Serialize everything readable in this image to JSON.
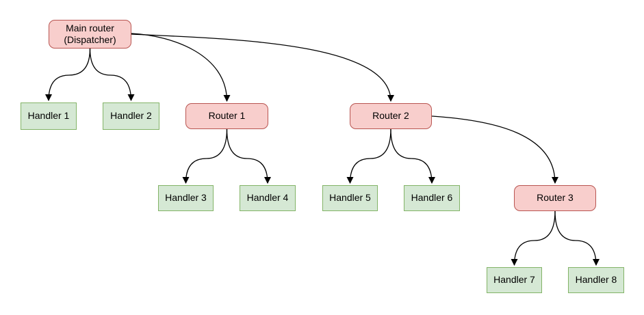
{
  "diagram": {
    "nodes": [
      {
        "id": "main-router",
        "label": "Main router",
        "sublabel": "(Dispatcher)",
        "type": "router"
      },
      {
        "id": "handler-1",
        "label": "Handler 1",
        "type": "handler"
      },
      {
        "id": "handler-2",
        "label": "Handler 2",
        "type": "handler"
      },
      {
        "id": "router-1",
        "label": "Router 1",
        "type": "router"
      },
      {
        "id": "router-2",
        "label": "Router 2",
        "type": "router"
      },
      {
        "id": "handler-3",
        "label": "Handler 3",
        "type": "handler"
      },
      {
        "id": "handler-4",
        "label": "Handler 4",
        "type": "handler"
      },
      {
        "id": "handler-5",
        "label": "Handler 5",
        "type": "handler"
      },
      {
        "id": "handler-6",
        "label": "Handler 6",
        "type": "handler"
      },
      {
        "id": "router-3",
        "label": "Router 3",
        "type": "router"
      },
      {
        "id": "handler-7",
        "label": "Handler 7",
        "type": "handler"
      },
      {
        "id": "handler-8",
        "label": "Handler 8",
        "type": "handler"
      }
    ],
    "edges": [
      {
        "from": "main-router",
        "to": "handler-1"
      },
      {
        "from": "main-router",
        "to": "handler-2"
      },
      {
        "from": "main-router",
        "to": "router-1"
      },
      {
        "from": "main-router",
        "to": "router-2"
      },
      {
        "from": "router-1",
        "to": "handler-3"
      },
      {
        "from": "router-1",
        "to": "handler-4"
      },
      {
        "from": "router-2",
        "to": "handler-5"
      },
      {
        "from": "router-2",
        "to": "handler-6"
      },
      {
        "from": "router-2",
        "to": "router-3"
      },
      {
        "from": "router-3",
        "to": "handler-7"
      },
      {
        "from": "router-3",
        "to": "handler-8"
      }
    ],
    "colors": {
      "router_fill": "#f8cecc",
      "router_border": "#b85450",
      "handler_fill": "#d5e8d4",
      "handler_border": "#82b366",
      "edge_color": "#000000",
      "background": "#ffffff"
    }
  }
}
